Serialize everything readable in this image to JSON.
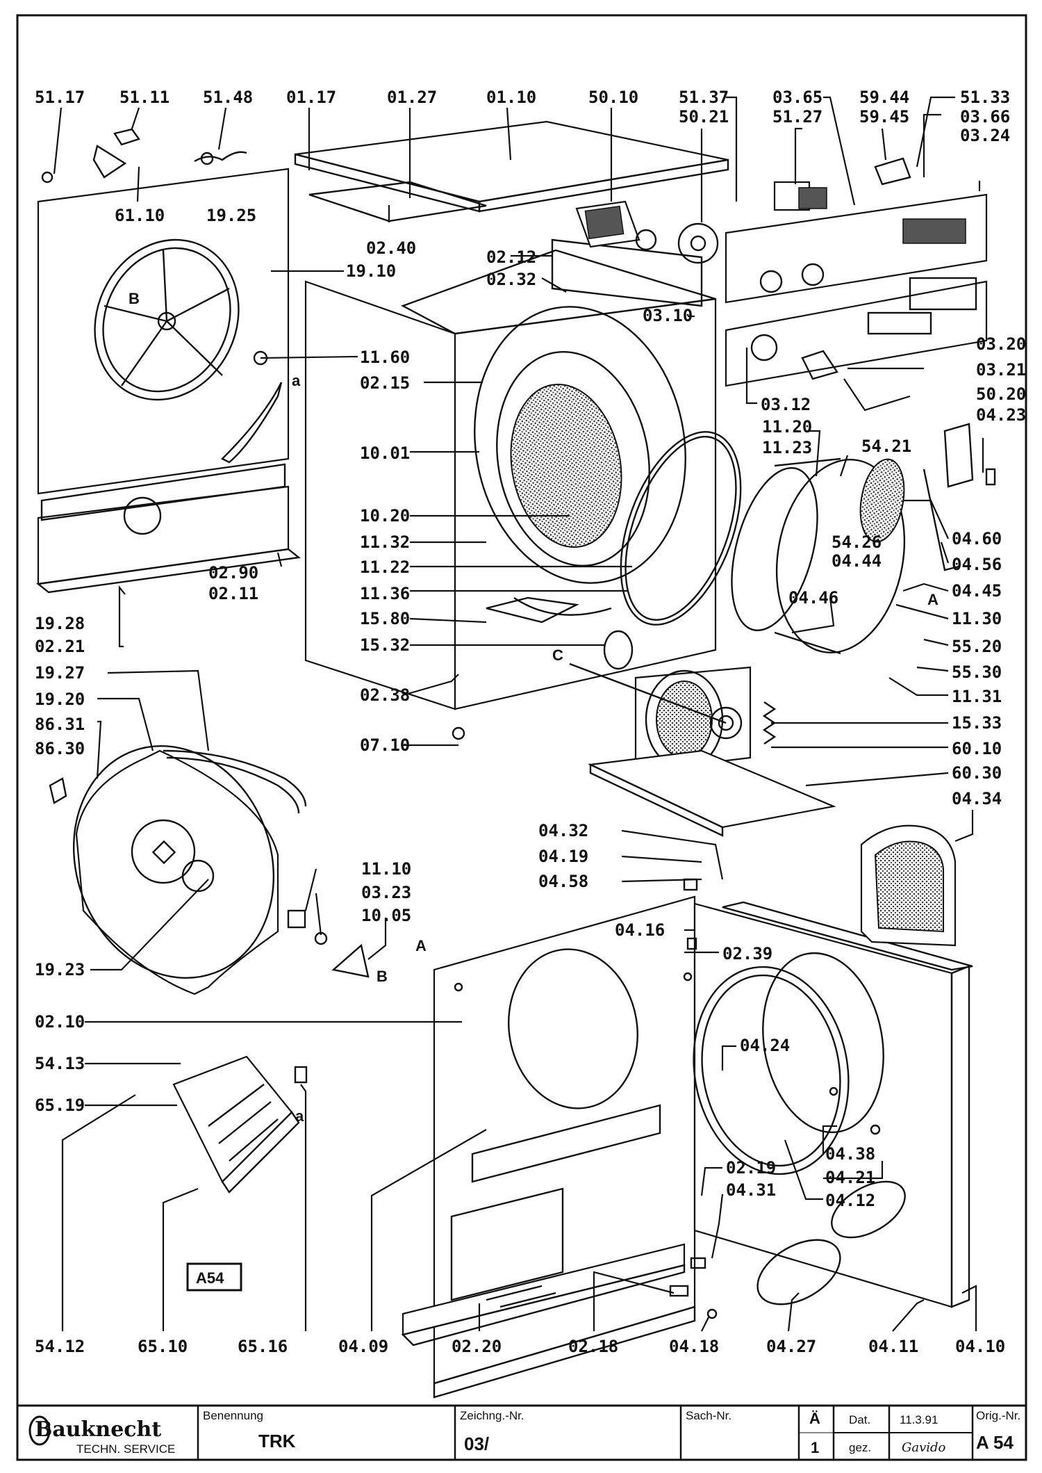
{
  "labels": {
    "l5117": "51.17",
    "l5111": "51.11",
    "l5148": "51.48",
    "l0117": "01.17",
    "l0127": "01.27",
    "l0110": "01.10",
    "l5010": "50.10",
    "l5137": "51.37",
    "l5021a": "50.21",
    "l0365": "03.65",
    "l5127": "51.27",
    "l5944": "59.44",
    "l5945": "59.45",
    "l5133": "51.33",
    "l0366": "03.66",
    "l0324": "03.24",
    "l6110": "61.10",
    "l1925": "19.25",
    "l0240": "02.40",
    "l0212": "02.12",
    "l0232": "02.32",
    "l1910": "19.10",
    "l0310": "03.10",
    "l1160": "11.60",
    "l0215": "02.15",
    "l0320": "03.20",
    "l0321": "03.21",
    "l5020": "50.20",
    "l0312": "03.12",
    "l1120": "11.20",
    "l1123": "11.23",
    "l0423": "04.23",
    "l5421": "54.21",
    "l1001": "10.01",
    "l1020": "10.20",
    "l1132": "11.32",
    "l5426": "54.26",
    "l0444": "04.44",
    "l0460": "04.60",
    "l0456": "04.56",
    "l0290": "02.90",
    "l0211": "02.11",
    "l1122": "11.22",
    "l1136": "11.36",
    "l0445": "04.45",
    "l0446": "04.46",
    "l1130": "11.30",
    "l1928": "19.28",
    "l1580": "15.80",
    "l0221": "02.21",
    "l1532": "15.32",
    "l5520": "55.20",
    "l5530": "55.30",
    "l1927": "19.27",
    "l1920": "19.20",
    "l0238": "02.38",
    "l1131": "11.31",
    "l8631": "86.31",
    "l8630": "86.30",
    "l1533": "15.33",
    "l0710": "07.10",
    "l6010": "60.10",
    "l6030": "60.30",
    "l0434": "04.34",
    "l0432": "04.32",
    "l0419": "04.19",
    "l0458": "04.58",
    "l1110": "11.10",
    "l0323": "03.23",
    "l1005": "10.05",
    "l0416": "04.16",
    "l0239": "02.39",
    "l1923": "19.23",
    "l0210": "02.10",
    "l0424": "04.24",
    "l5413": "54.13",
    "l6519": "65.19",
    "l0438": "04.38",
    "l0421": "04.21",
    "l0219": "02.19",
    "l0431": "04.31",
    "l0412": "04.12",
    "l5412": "54.12",
    "l6510": "65.10",
    "l6516": "65.16",
    "l0409": "04.09",
    "l0220": "02.20",
    "l0218": "02.18",
    "l0418": "04.18",
    "l0427": "04.27",
    "l0411": "04.11",
    "l0410": "04.10"
  },
  "letters": {
    "B": "B",
    "a": "a",
    "A": "A",
    "C": "C"
  },
  "sheet_code": "A54",
  "title_block": {
    "logo": "Bauknecht",
    "logo_sub": "TECHN. SERVICE",
    "benennung_label": "Benennung",
    "benennung_value": "TRK",
    "zeichng_label": "Zeichng.-Nr.",
    "zeichng_value": "03/",
    "sach_label": "Sach-Nr.",
    "ae_label": "Ä",
    "ae_value": "1",
    "dat_label": "Dat.",
    "dat_value": "11.3.91",
    "gez_label": "gez.",
    "gez_value": "Gavido",
    "orig_label": "Orig.-Nr.",
    "orig_value": "A 54"
  }
}
